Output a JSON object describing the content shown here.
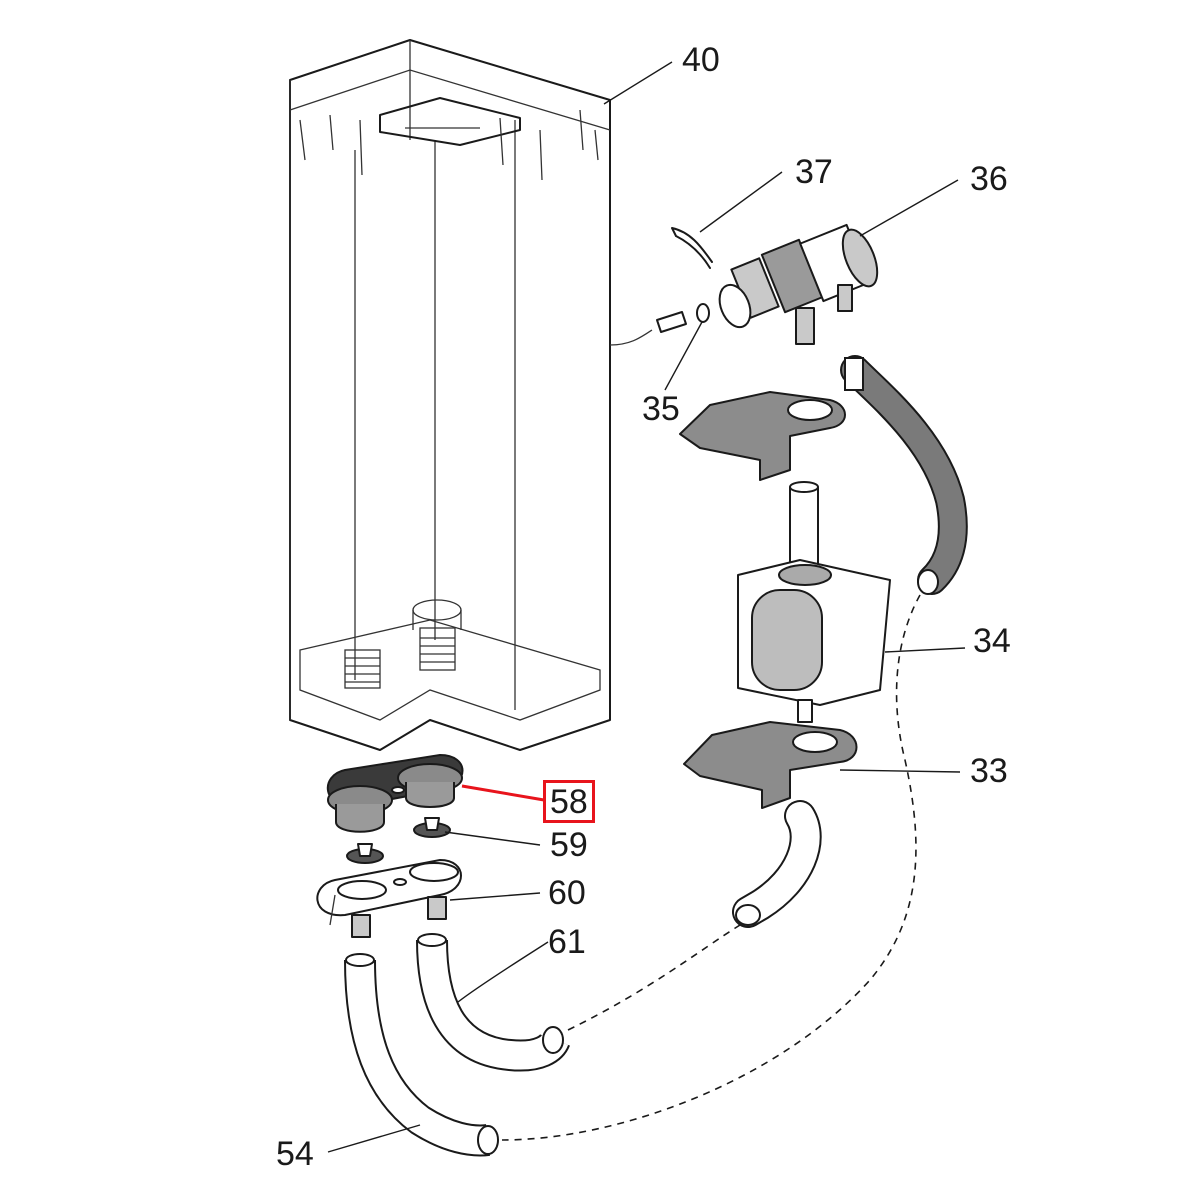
{
  "callouts": [
    {
      "id": "40",
      "text": "40"
    },
    {
      "id": "37",
      "text": "37"
    },
    {
      "id": "36",
      "text": "36"
    },
    {
      "id": "35",
      "text": "35"
    },
    {
      "id": "34",
      "text": "34"
    },
    {
      "id": "33",
      "text": "33"
    },
    {
      "id": "58",
      "text": "58"
    },
    {
      "id": "59",
      "text": "59"
    },
    {
      "id": "60",
      "text": "60"
    },
    {
      "id": "61",
      "text": "61"
    },
    {
      "id": "54",
      "text": "54"
    }
  ],
  "highlight": {
    "callout": "58",
    "color": "#e8141c"
  },
  "colors": {
    "line": "#1a1a1a",
    "hose": "#7a7a7a",
    "part_grey": "#9a9a9a",
    "part_dark": "#555555"
  }
}
